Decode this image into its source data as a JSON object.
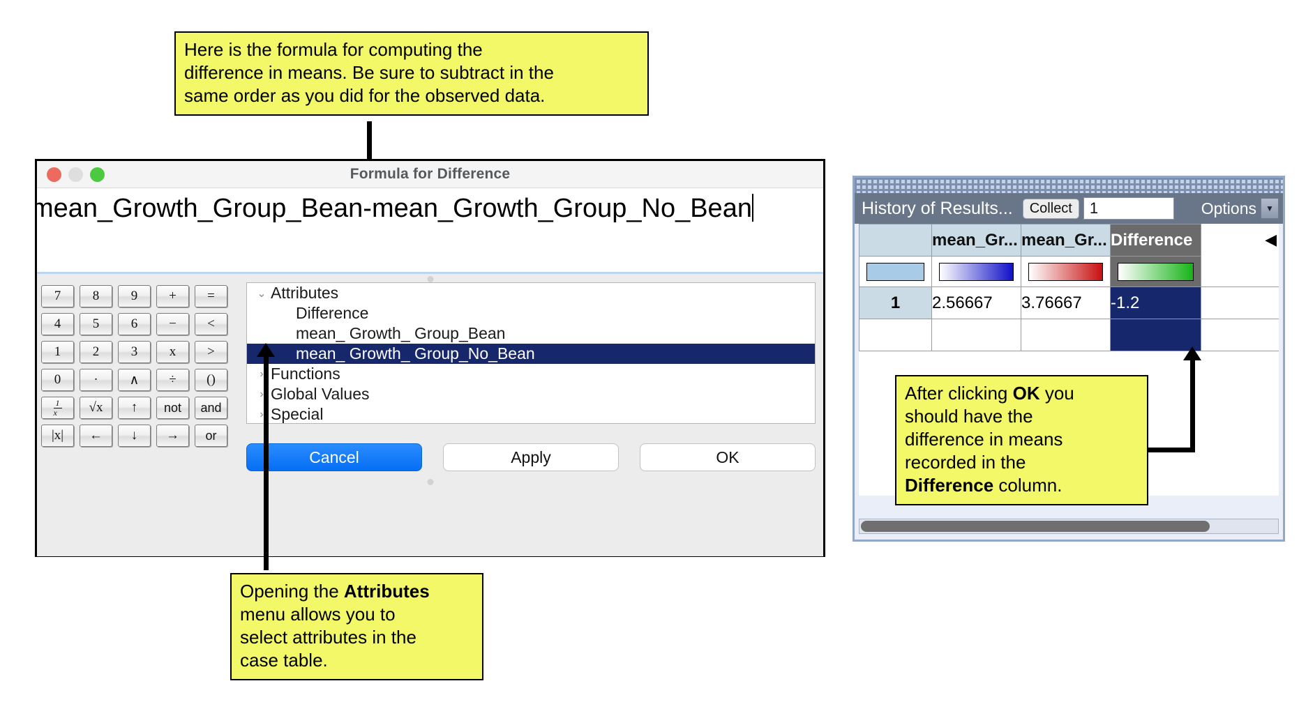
{
  "callouts": {
    "top": "Here is the formula for computing the\ndifference in means. Be sure to subtract in the\nsame order as you did for the observed data.",
    "bottom_left_pre": "Opening the ",
    "bottom_left_bold": "Attributes",
    "bottom_left_post": "\nmenu allows you to\nselect attributes in the\ncase table.",
    "right_pre": "After clicking ",
    "right_bold1": "OK",
    "right_mid": " you\nshould have the\ndifference in means\nrecorded in the\n",
    "right_bold2": "Difference",
    "right_post": " column."
  },
  "formula_window": {
    "title": "Formula for Difference",
    "formula": "mean_Growth_Group_Bean-mean_Growth_Group_No_Bean",
    "traffic_lights": [
      "close-red",
      "minimize-amber",
      "zoom-green"
    ],
    "keypad": [
      [
        "7",
        "8",
        "9",
        "+",
        "="
      ],
      [
        "4",
        "5",
        "6",
        "−",
        "<"
      ],
      [
        "1",
        "2",
        "3",
        "x",
        ">"
      ],
      [
        "0",
        "·",
        "∧",
        "÷",
        "()"
      ],
      [
        "1/x",
        "√x",
        "↑",
        "not",
        "and"
      ],
      [
        "|x|",
        "←",
        "↓",
        "→",
        "or"
      ]
    ],
    "tree": [
      {
        "label": "Attributes",
        "level": 1,
        "expanded": true,
        "selected": false
      },
      {
        "label": "Difference",
        "level": 2,
        "expanded": false,
        "selected": false
      },
      {
        "label": "mean_ Growth_ Group_Bean",
        "level": 2,
        "expanded": false,
        "selected": false
      },
      {
        "label": "mean_ Growth_ Group_No_Bean",
        "level": 2,
        "expanded": false,
        "selected": true
      },
      {
        "label": "Functions",
        "level": 1,
        "expanded": false,
        "selected": false
      },
      {
        "label": "Global Values",
        "level": 1,
        "expanded": false,
        "selected": false
      },
      {
        "label": "Special",
        "level": 1,
        "expanded": false,
        "selected": false
      }
    ],
    "buttons": {
      "cancel": "Cancel",
      "apply": "Apply",
      "ok": "OK"
    }
  },
  "history_window": {
    "title": "History of Results...",
    "collect_label": "Collect",
    "collect_value": "1",
    "options_label": "Options",
    "columns": [
      "",
      "mean_Gr...",
      "mean_Gr...",
      "Difference"
    ],
    "selected_column": "Difference",
    "swatch_colors": [
      "#a8cbe8",
      "#1010c8",
      "#c81010",
      "#18b418"
    ],
    "rows": [
      {
        "index": "1",
        "values": [
          "2.56667",
          "3.76667",
          "-1.2"
        ]
      }
    ]
  }
}
